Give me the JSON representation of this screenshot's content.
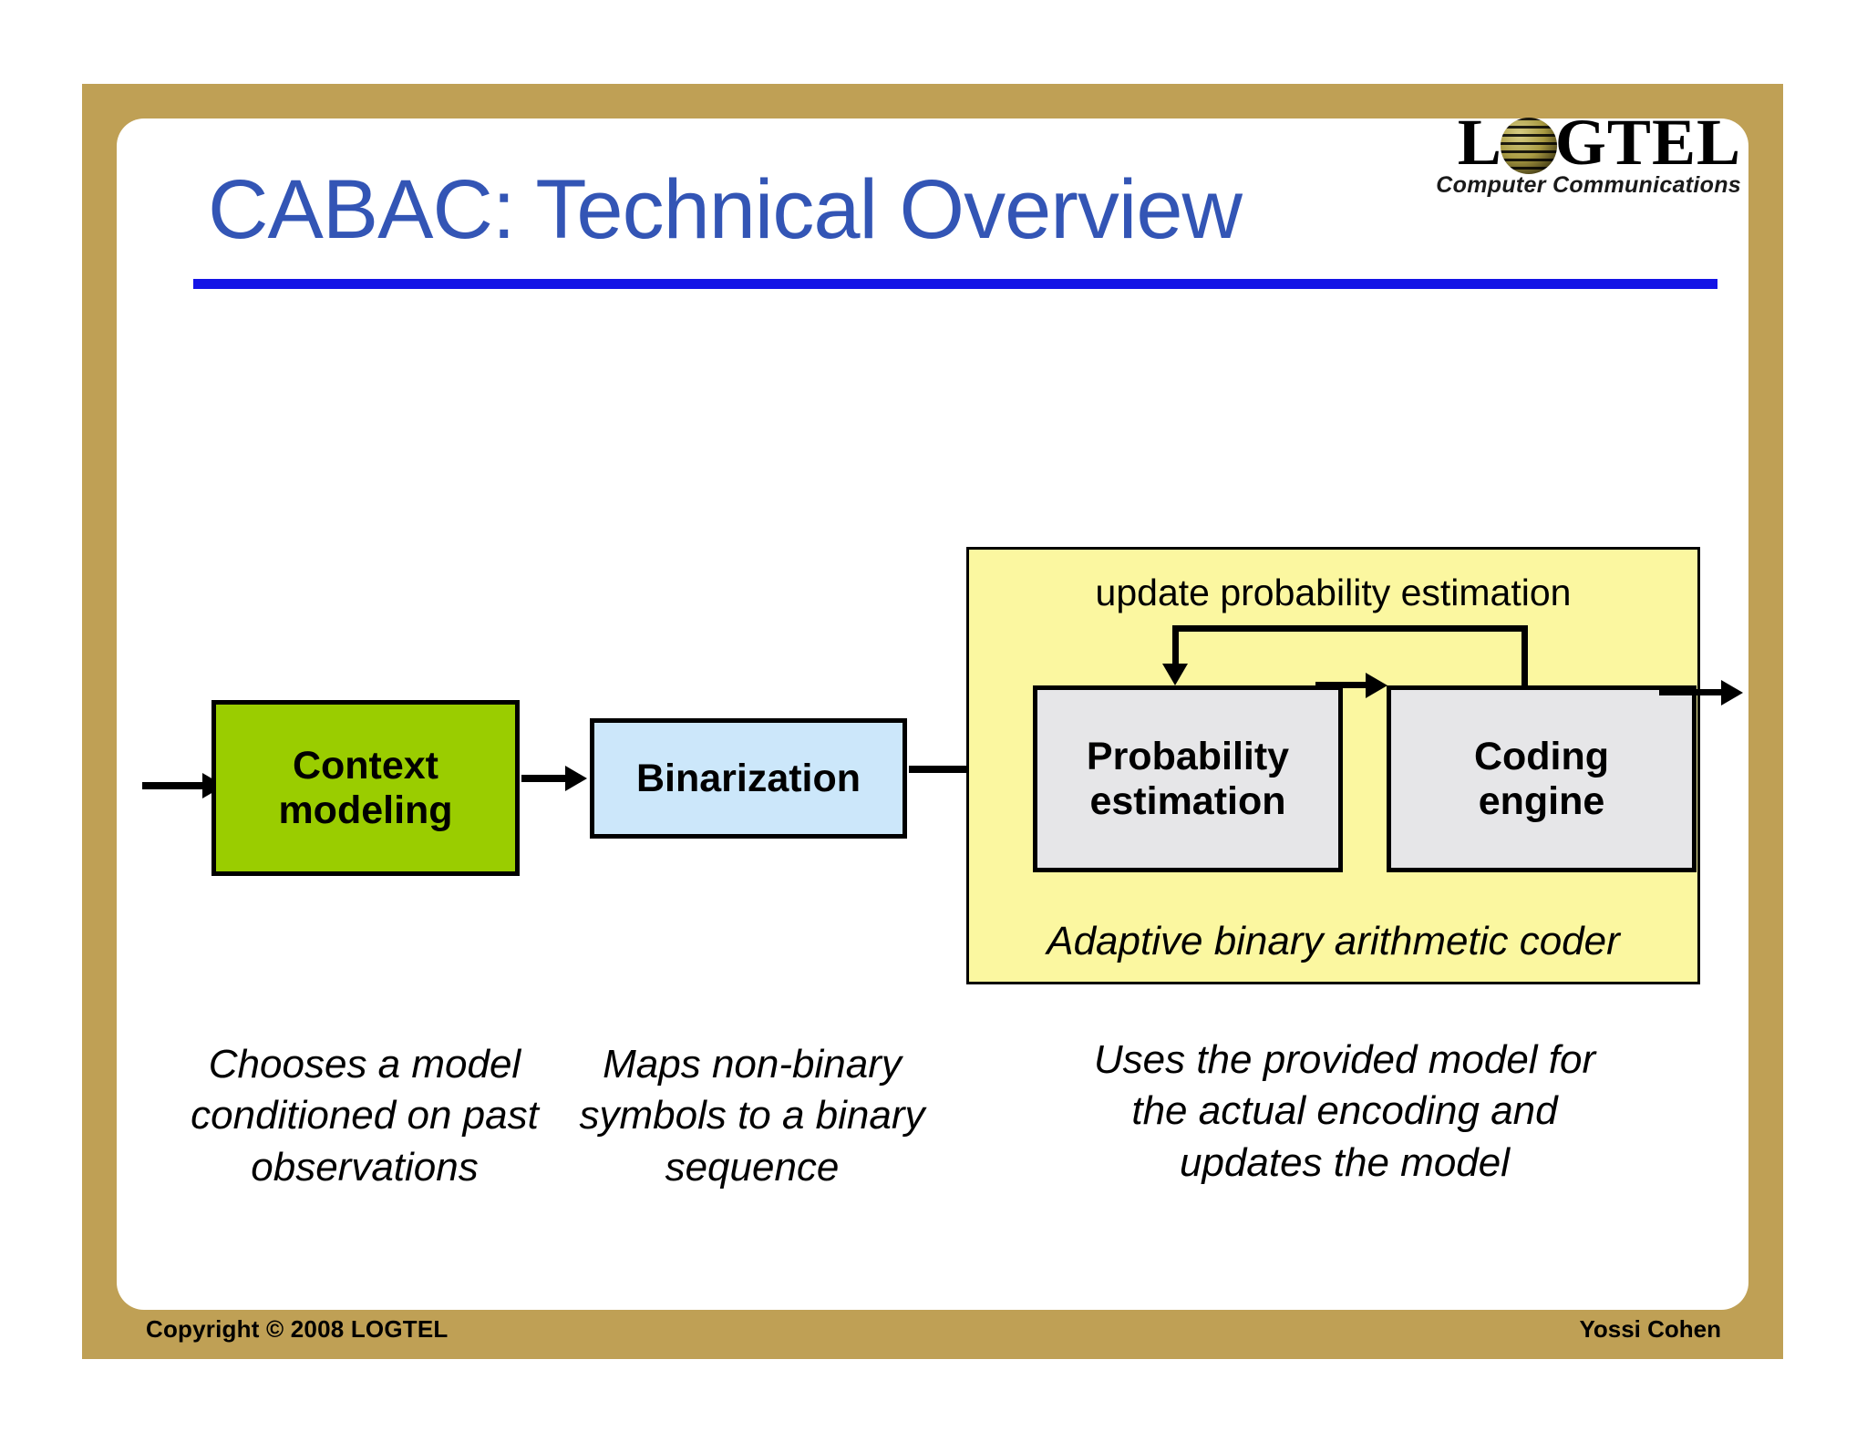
{
  "slide": {
    "title": "CABAC: Technical Overview",
    "title_color": "#3355b5",
    "underline_color": "#1414e6",
    "frame_color": "#bfa055"
  },
  "logo": {
    "name_part1": "L",
    "globe_icon": "globe-icon",
    "name_part2": "GTEL",
    "tagline": "Computer Communications"
  },
  "diagram": {
    "boxes": [
      {
        "id": "context-modeling",
        "label": "Context\nmodeling",
        "line1": "Context",
        "line2": "modeling",
        "color": "#9acd00"
      },
      {
        "id": "binarization",
        "label": "Binarization",
        "line1": "Binarization",
        "color": "#cce7fa"
      },
      {
        "id": "probability-estimation",
        "line1": "Probability",
        "line2": "estimation",
        "color": "#e6e6e8"
      },
      {
        "id": "coding-engine",
        "line1": "Coding",
        "line2": "engine",
        "color": "#e6e6e8"
      }
    ],
    "panel": {
      "id": "adaptive-binary-arithmetic-coder",
      "top_label": "update probability estimation",
      "bottom_caption": "Adaptive binary arithmetic coder",
      "color": "#fbf7a0"
    }
  },
  "captions": {
    "context": "Chooses a model conditioned on past observations",
    "binarization": "Maps non-binary symbols to a binary sequence",
    "coder": "Uses the provided model for the actual encoding and updates the model"
  },
  "footer": {
    "copyright": "Copyright © 2008 LOGTEL",
    "author": "Yossi Cohen"
  }
}
